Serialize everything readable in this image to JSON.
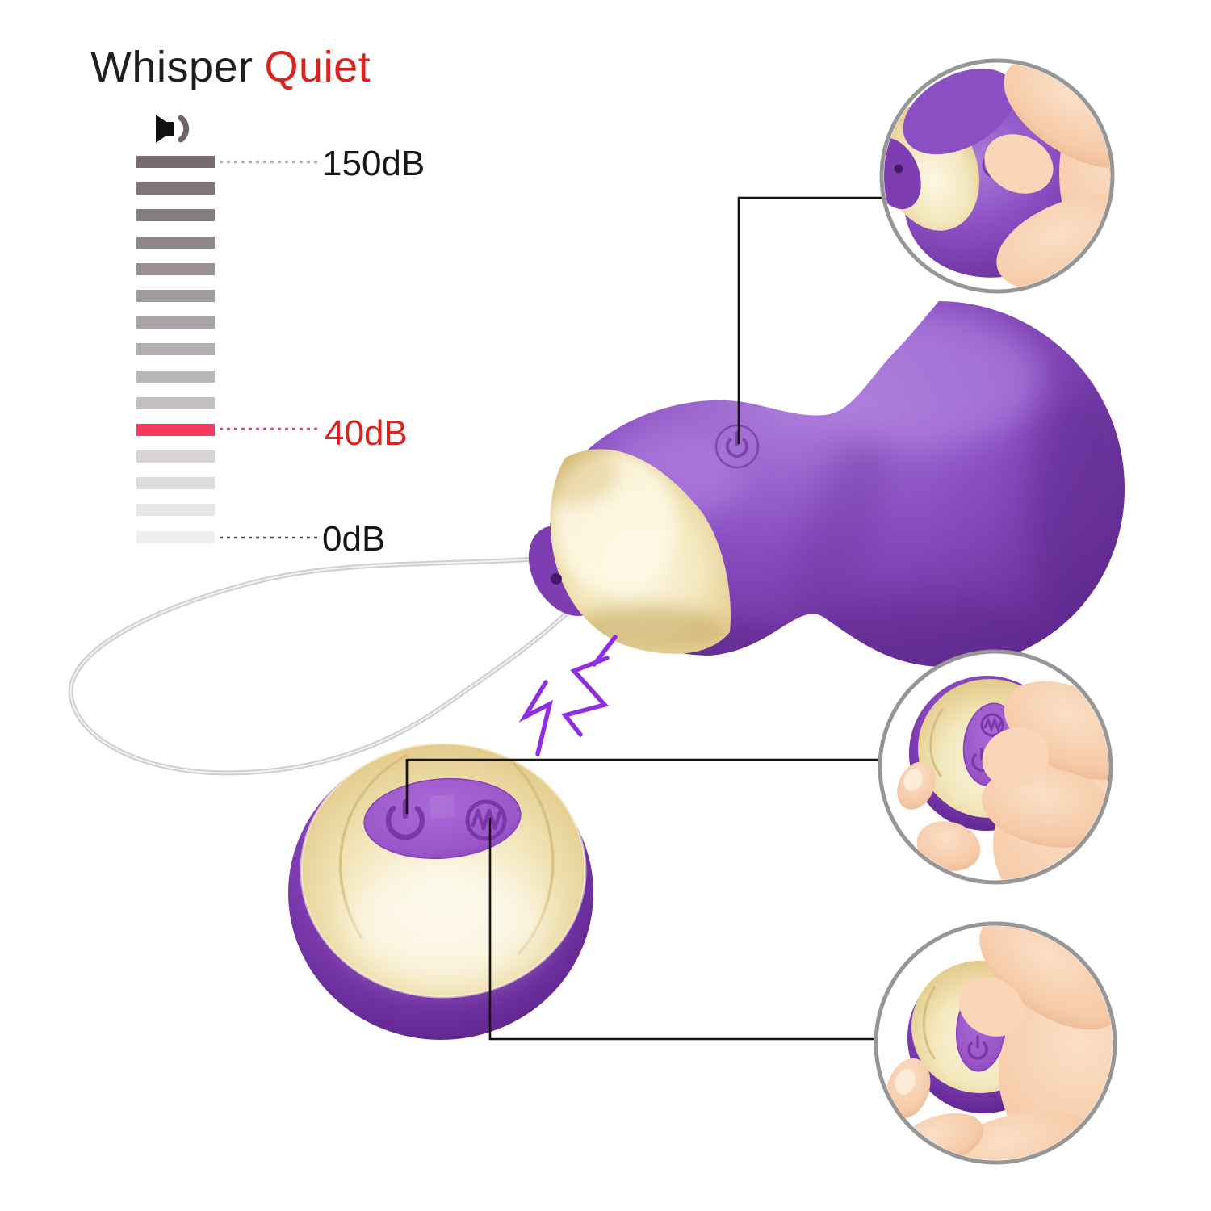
{
  "page": {
    "background": "#ffffff",
    "kind": "product noise-level infographic"
  },
  "title": {
    "part1": "Whisper",
    "part2": "Quiet",
    "part1_color": "#1f1f1f",
    "part2_color": "#d9241e"
  },
  "chart_data": {
    "type": "bar",
    "title": "Whisper Quiet",
    "description": "Vertical decibel scale of 15 horizontal bars from 150dB (top, dark) to 0dB (bottom, light); the product noise level 40dB is highlighted in pink",
    "unit": "dB",
    "ylim": [
      0,
      150
    ],
    "num_bars": 15,
    "highlight_value": 40,
    "highlight_bar_index": 10,
    "highlight_color": "#f63a60",
    "tick_labels": [
      "150dB",
      "40dB",
      "0dB"
    ],
    "tick_values": [
      150,
      40,
      0
    ],
    "tick_label_colors": [
      "#161616",
      "#d9241e",
      "#161616"
    ],
    "bar_colors_top_to_bottom": [
      "#756b71",
      "#7e747a",
      "#877e83",
      "#8f878c",
      "#989095",
      "#a19a9e",
      "#aaa3a7",
      "#b3acb0",
      "#bbb6ba",
      "#c4bfc3",
      "#f63a60",
      "#d6d2d5",
      "#dedbde",
      "#e7e5e7",
      "#f0eef0"
    ]
  },
  "icons": {
    "speaker": "speaker-icon",
    "device_power": "power-icon",
    "remote_power": "power-icon",
    "remote_vibration": "vibration-wave-icon",
    "wireless_signal": "vibration-zigzag-icon"
  },
  "colors": {
    "device_purple": "#8b4fc3",
    "device_purple_dark": "#60298f",
    "device_purple_light": "#b98ce4",
    "gold": "#f3e7bd",
    "gold_light": "#fdf7e3",
    "gold_dark": "#c9a75d",
    "remote_rim_purple": "#7b3aad",
    "pad_purple": "#9a56c8",
    "button_engraving_purple": "#7b37a9",
    "signal_zigzag_purple": "#8e2ee0",
    "cord_silver": "#d3d3d3",
    "skin": "#f6cba9",
    "callout_ring_gray": "#969696",
    "connector_line_black": "#141414",
    "dotted_150_gray": "#b0b0b0",
    "dotted_40_red": "#d94b66",
    "dotted_0_dark": "#4f4f4f"
  },
  "callouts": [
    {
      "id": "top",
      "shows": "fingers pressing the power button on the egg device"
    },
    {
      "id": "middle",
      "shows": "thumb pressing the remote control buttons"
    },
    {
      "id": "bottom",
      "shows": "finger pressing the vibration button on the remote"
    }
  ]
}
